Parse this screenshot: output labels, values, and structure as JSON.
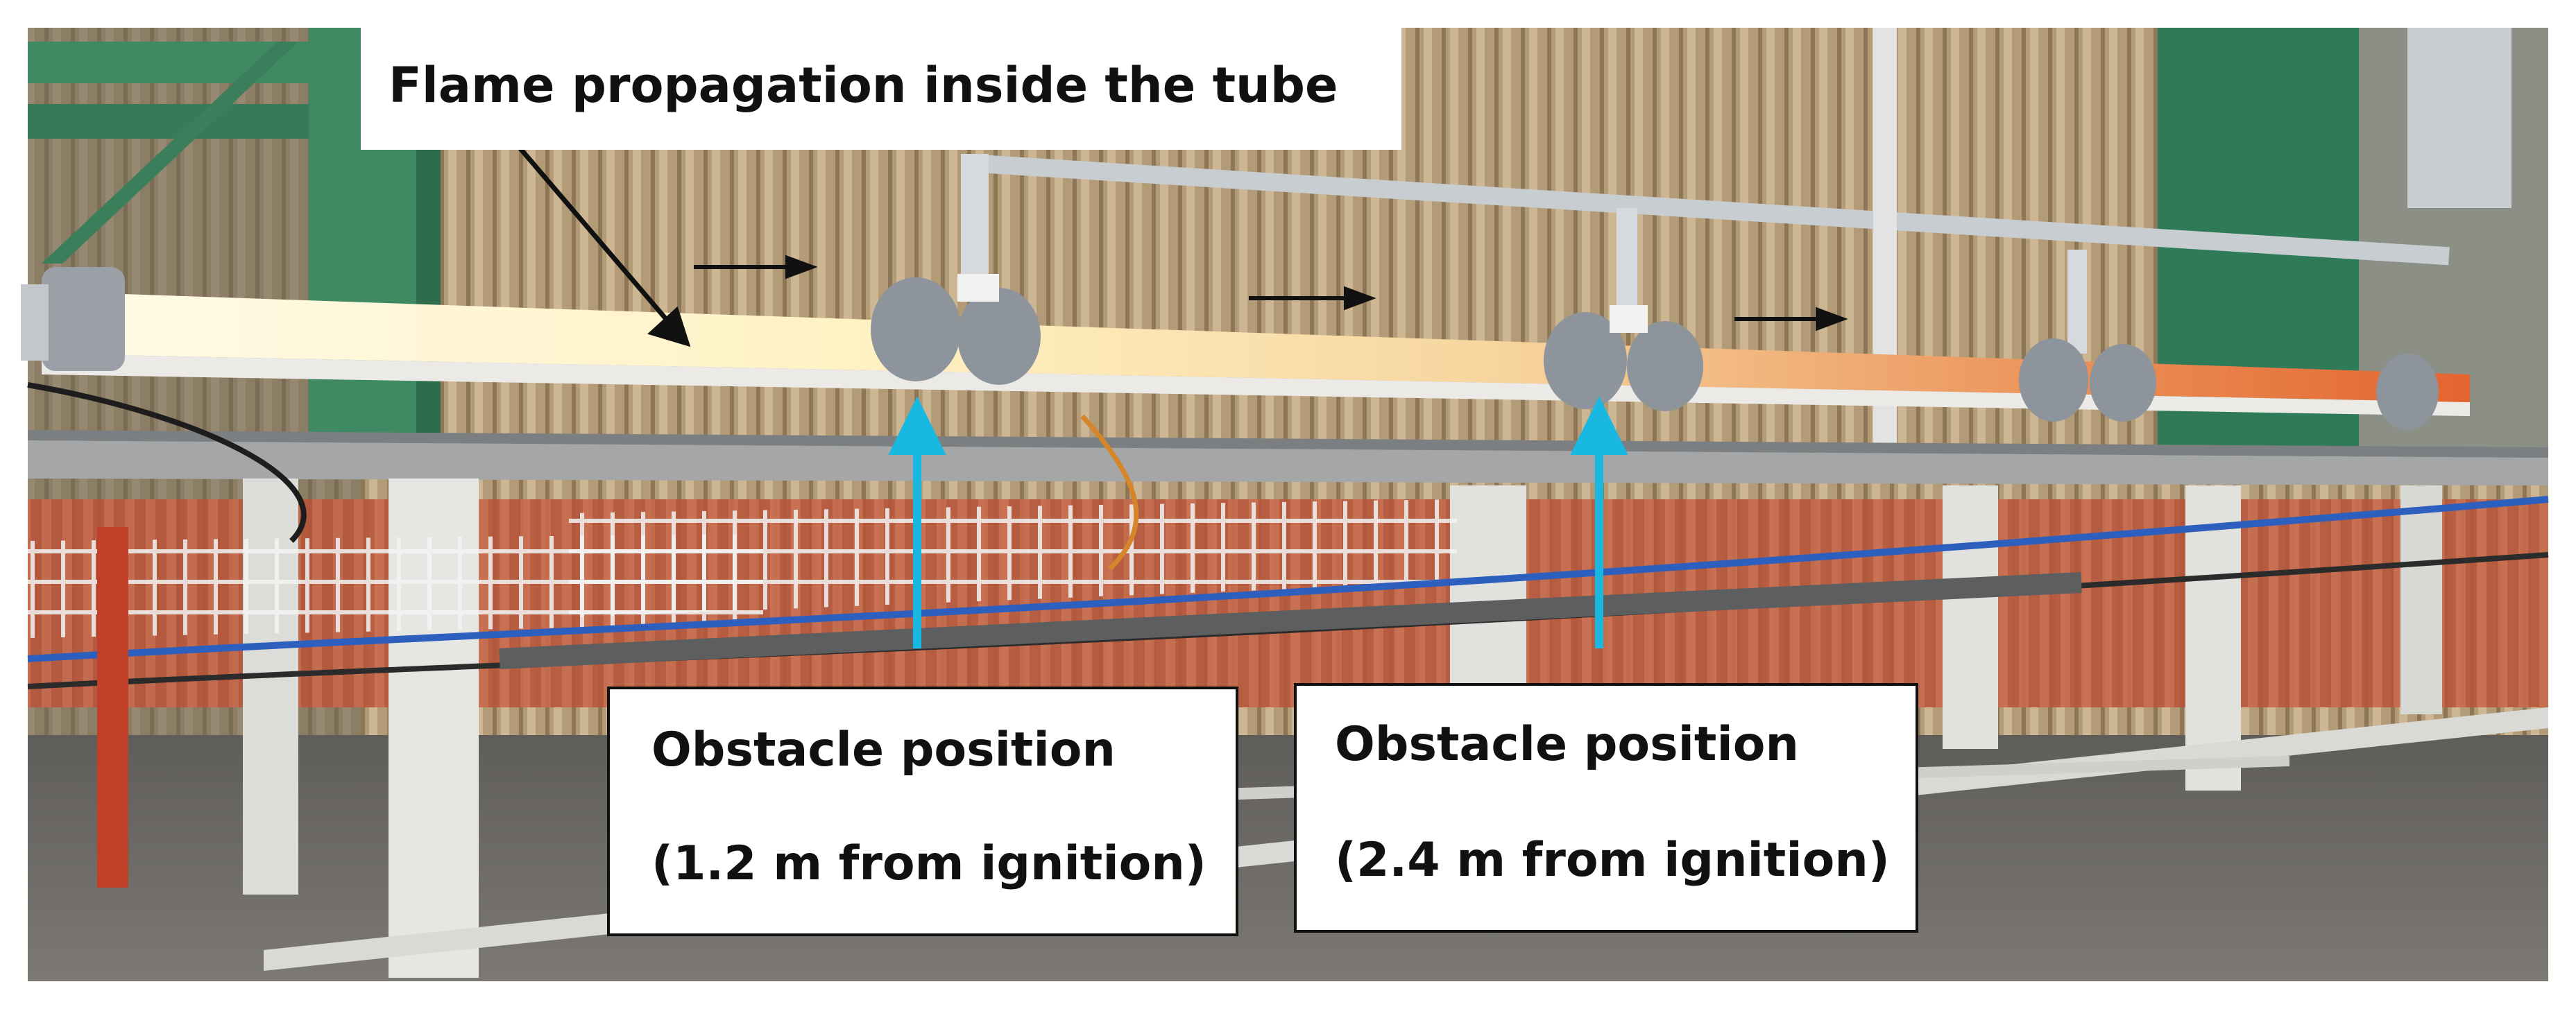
{
  "figure": {
    "title_label": "Flame propagation inside the tube",
    "callouts": [
      {
        "line1": "Obstacle position",
        "line2": "(1.2 m from ignition)"
      },
      {
        "line1": "Obstacle position",
        "line2": "(2.4 m from ignition)"
      }
    ]
  },
  "colors": {
    "callout_arrow": "#19b8e0",
    "pointer_arrow": "#111111",
    "flame_glow": "#fff2c8",
    "tube_orange": "#e8763a",
    "wall_beige": "#b59a72",
    "frame_green": "#3f8a63"
  }
}
